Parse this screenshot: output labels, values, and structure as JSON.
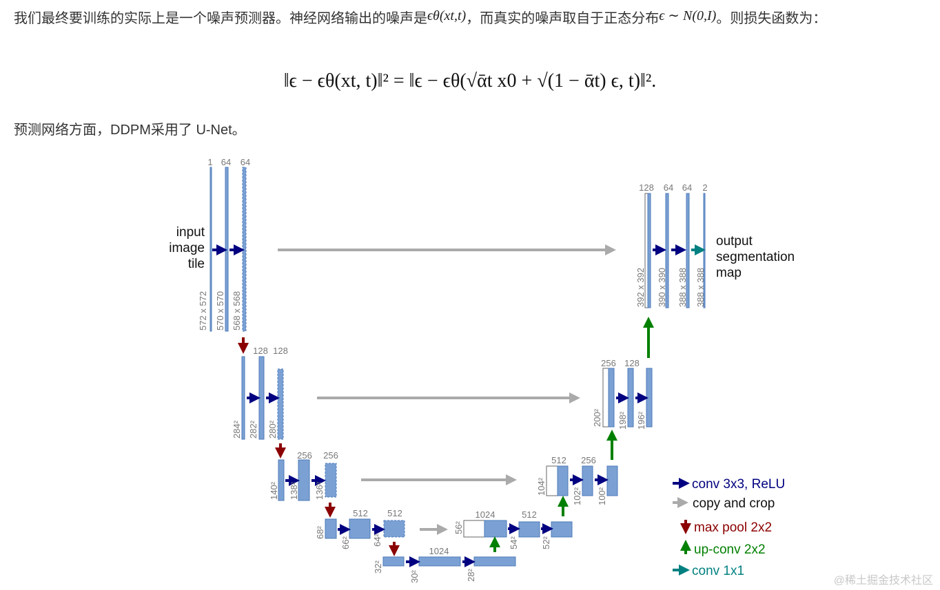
{
  "article": {
    "para1_a": "我们最终要训练的实际上是一个噪声预测器。神经网络输出的噪声是",
    "eps_theta": "ϵθ(xt,t)",
    "para1_b": "，而真实的噪声取自于正态分布",
    "eps_dist": "ϵ ∼ N(0,I)",
    "para1_c": "。则损失函数为：",
    "formula": "‖ϵ − ϵθ(xt, t)‖² = ‖ϵ − ϵθ(√ᾱt x0 + √(1 − ᾱt) ϵ, t)‖².",
    "para2": "预测网络方面，DDPM采用了 U-Net。"
  },
  "diagram": {
    "input_label": [
      "input",
      "image",
      "tile"
    ],
    "output_label": [
      "output",
      "segmentation",
      "map"
    ],
    "channels": {
      "l1": [
        "1",
        "64",
        "64"
      ],
      "l2": [
        "128",
        "128"
      ],
      "l3": [
        "256",
        "256"
      ],
      "l4": [
        "512",
        "512"
      ],
      "l5": [
        "1024"
      ],
      "r4": [
        "1024",
        "512"
      ],
      "r3": [
        "512",
        "256"
      ],
      "r2": [
        "256",
        "128"
      ],
      "r1": [
        "128",
        "64",
        "64",
        "2"
      ]
    },
    "sizes": {
      "l1": [
        "572 x 572",
        "570 x 570",
        "568 x 568"
      ],
      "l2": [
        "284²",
        "282²",
        "280²"
      ],
      "l3": [
        "140²",
        "138²",
        "136²"
      ],
      "l4": [
        "68²",
        "66²",
        "64²"
      ],
      "l5": [
        "32²",
        "30²",
        "28²"
      ],
      "r4": [
        "56²",
        "54²",
        "52²"
      ],
      "r3": [
        "104²",
        "102²",
        "100²"
      ],
      "r2": [
        "200²",
        "198²",
        "196²"
      ],
      "r1": [
        "392 x 392",
        "390 x 390",
        "388 x 388",
        "388 x 388"
      ]
    },
    "legend": [
      {
        "label": "conv 3x3, ReLU",
        "kind": "conv",
        "color": "#000080"
      },
      {
        "label": "copy and crop",
        "kind": "copy",
        "color": "#aaaaaa"
      },
      {
        "label": "max pool 2x2",
        "kind": "pool",
        "color": "#8b0000"
      },
      {
        "label": "up-conv 2x2",
        "kind": "up",
        "color": "#008000"
      },
      {
        "label": "conv 1x1",
        "kind": "conv1",
        "color": "#008080"
      }
    ],
    "colors": {
      "bar": "#7ba1d4",
      "bar_edge": "#4d7ab8",
      "text_gray": "#777777"
    }
  },
  "watermark": "@稀土掘金技术社区"
}
